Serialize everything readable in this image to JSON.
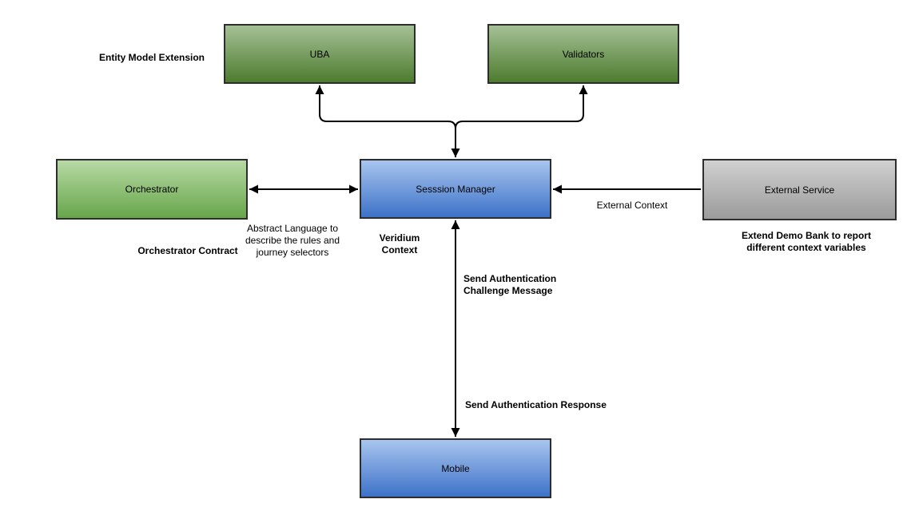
{
  "colors": {
    "background": "#ffffff",
    "border": "#2d2d2d",
    "arrow": "#000000",
    "text": "#000000",
    "green_dark_top": "#a5c096",
    "green_dark_bottom": "#4d7c2e",
    "green_light_top": "#b7d9a5",
    "green_light_bottom": "#67a64a",
    "blue_top": "#a8c5ee",
    "blue_bottom": "#3d72c8",
    "gray_top": "#d0d0d0",
    "gray_bottom": "#9b9b9b"
  },
  "nodes": {
    "uba": {
      "label": "UBA"
    },
    "validators": {
      "label": "Validators"
    },
    "orchestrator": {
      "label": "Orchestrator"
    },
    "session_manager": {
      "label": "Sesssion Manager"
    },
    "external_service": {
      "label": "External Service"
    },
    "mobile": {
      "label": "Mobile"
    }
  },
  "annotations": {
    "entity_model_extension": "Entity Model Extension",
    "orchestrator_contract": "Orchestrator Contract",
    "abstract_language": [
      "Abstract Language to",
      "describe the rules and",
      "journey selectors"
    ],
    "veridium_context": [
      "Veridium",
      "Context"
    ],
    "external_context": "External Context",
    "extend_demo_bank": [
      "Extend Demo Bank to report",
      "different context variables"
    ],
    "send_auth_challenge": [
      "Send Authentication",
      "Challenge Message"
    ],
    "send_auth_response": "Send Authentication Response"
  }
}
